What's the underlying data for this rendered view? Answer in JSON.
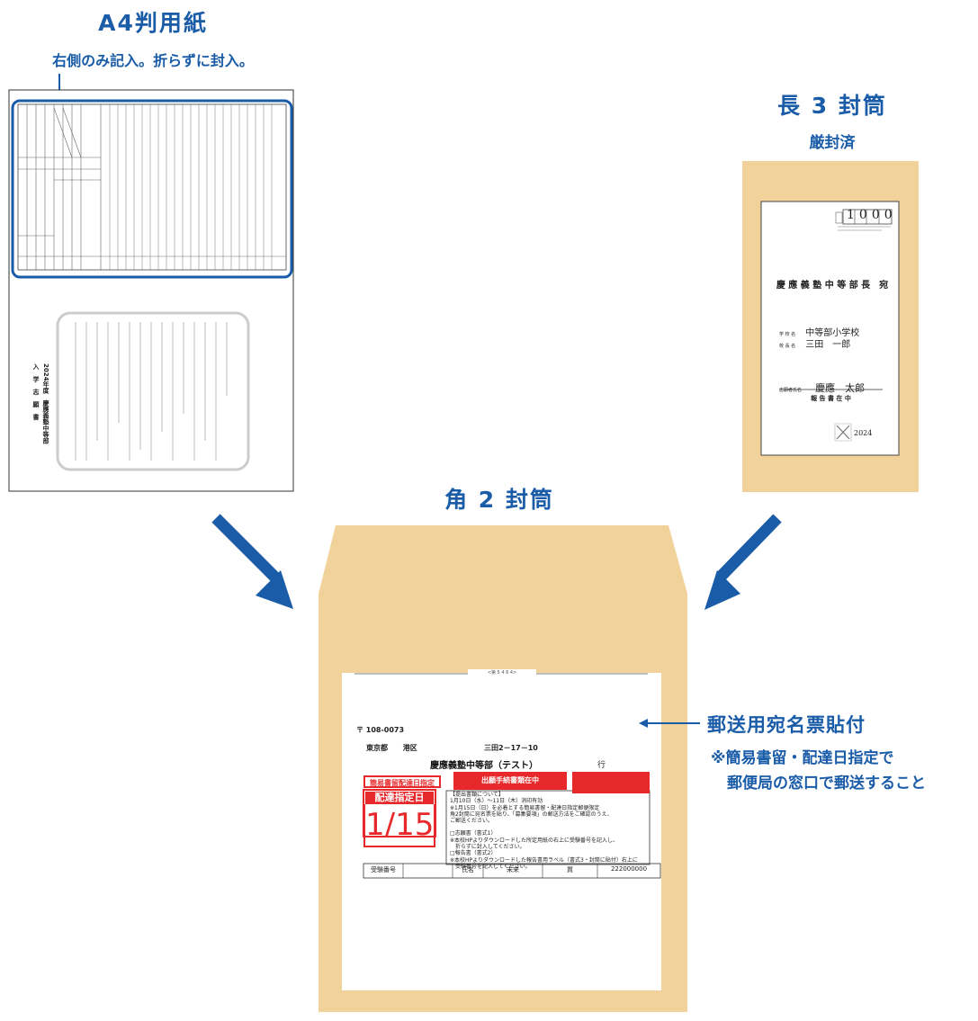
{
  "a4": {
    "title": "A4判用紙",
    "note": "右側のみ記入。折らずに封入。",
    "side_title": "2024年度　慶應義塾中等部\n入　学　志　願　書"
  },
  "naga3": {
    "title": "長 3 封筒",
    "sub": "厳封済",
    "postal_code": "1000",
    "recipient": "慶 應 義 塾 中 等 部 長　宛",
    "school_label": "学 校 名",
    "school_name": "中等部小学校",
    "principal_label": "校 長 名",
    "principal_name": "三田　一郎",
    "applicant_label": "志願者氏名",
    "applicant_name": "慶應　太郎",
    "enclosed": "報 告 書 在 中",
    "year": "2024"
  },
  "kaku2": {
    "title": "角 2 封筒",
    "label_header": "<第 5 4 6 4>",
    "zip": "〒 108-0073",
    "city": "東京都",
    "ward": "港区",
    "street": "三田2－17－10",
    "addressee": "慶應義塾中等部（テスト）",
    "honorific": "行",
    "registered": "簡易書留配達日指定",
    "enclosed_docs": "出願手続書類在中",
    "delivery_label": "配達指定日",
    "delivery_date": "1/15",
    "notes": [
      "【提出書類について】",
      "1月10日（水）～11日（木）消印有効",
      "※1月15日（日）を必着とする簡易書留・配達日指定郵便限定",
      "角2封筒に宛名票を貼り、「募集要項」の郵送方法をご確認のうえ、",
      "ご郵送ください。",
      "",
      "□志願書（書式1）",
      "※本校HPよりダウンロードした所定用紙の右上に受験番号を記入し、",
      "　折らずに封入してください。",
      "□報告書（書式2）",
      "※本校HPよりダウンロードした報告書用ラベル（書式3・封筒に貼付）右上に",
      "　受験番号を記入してください。"
    ],
    "exam_no_label": "受験番号",
    "name_label": "氏名",
    "name_value": "未来",
    "gender_value": "質",
    "id_value": "222000000"
  },
  "annotation": {
    "label": "郵送用宛名票貼付",
    "note1": "※簡易書留・配達日指定で",
    "note2": "郵便局の窓口で郵送すること"
  }
}
